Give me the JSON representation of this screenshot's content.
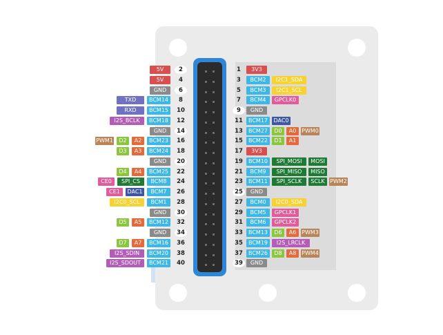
{
  "colors": {
    "power": "#d94f4f",
    "ground": "#8a8a8a",
    "bcm": "#3db7e6",
    "i2c": "#f7d232",
    "uart": "#7171c4",
    "i2s": "#b35cb8",
    "spi": "#1f7a35",
    "gpclk": "#e05c9b",
    "dac": "#3d57a6",
    "analog": "#e8683a",
    "digital": "#8cc63f",
    "pwm": "#b98458",
    "header_border": "#2f86d4",
    "board": "#ebebeb"
  },
  "left_rows": [
    {
      "pin": "2",
      "circle": true,
      "tags": [
        {
          "text": "5V",
          "kind": "power"
        }
      ]
    },
    {
      "pin": "4",
      "circle": false,
      "tags": [
        {
          "text": "5V",
          "kind": "power"
        }
      ]
    },
    {
      "pin": "6",
      "circle": true,
      "tags": [
        {
          "text": "GND",
          "kind": "ground"
        }
      ]
    },
    {
      "pin": "8",
      "circle": false,
      "tags": [
        {
          "text": "TXD",
          "kind": "uart"
        },
        {
          "text": "BCM14",
          "kind": "bcm"
        }
      ]
    },
    {
      "pin": "10",
      "circle": false,
      "tags": [
        {
          "text": "RXD",
          "kind": "uart"
        },
        {
          "text": "BCM15",
          "kind": "bcm"
        }
      ]
    },
    {
      "pin": "12",
      "circle": false,
      "tags": [
        {
          "text": "I2S_BCLK",
          "kind": "i2s"
        },
        {
          "text": "BCM18",
          "kind": "bcm"
        }
      ]
    },
    {
      "pin": "14",
      "circle": true,
      "tags": [
        {
          "text": "GND",
          "kind": "ground"
        }
      ]
    },
    {
      "pin": "16",
      "circle": false,
      "tags": [
        {
          "text": "PWM1",
          "kind": "pwm"
        },
        {
          "text": "D2",
          "kind": "digital"
        },
        {
          "text": "A2",
          "kind": "analog"
        },
        {
          "text": "BCM23",
          "kind": "bcm"
        }
      ]
    },
    {
      "pin": "18",
      "circle": false,
      "tags": [
        {
          "text": "D3",
          "kind": "digital"
        },
        {
          "text": "A3",
          "kind": "analog"
        },
        {
          "text": "BCM24",
          "kind": "bcm"
        }
      ]
    },
    {
      "pin": "20",
      "circle": true,
      "tags": [
        {
          "text": "GND",
          "kind": "ground"
        }
      ]
    },
    {
      "pin": "22",
      "circle": false,
      "tags": [
        {
          "text": "D4",
          "kind": "digital"
        },
        {
          "text": "A4",
          "kind": "analog"
        },
        {
          "text": "BCM25",
          "kind": "bcm"
        }
      ]
    },
    {
      "pin": "24",
      "circle": false,
      "tags": [
        {
          "text": "CE0",
          "kind": "gpclk"
        },
        {
          "text": "SPI_CS",
          "kind": "spi"
        },
        {
          "text": "BCM8",
          "kind": "bcm"
        }
      ]
    },
    {
      "pin": "26",
      "circle": false,
      "tags": [
        {
          "text": "CE1",
          "kind": "gpclk"
        },
        {
          "text": "DAC1",
          "kind": "dac"
        },
        {
          "text": "BCM7",
          "kind": "bcm"
        }
      ]
    },
    {
      "pin": "28",
      "circle": false,
      "tags": [
        {
          "text": "I2C0_SCL",
          "kind": "i2c"
        },
        {
          "text": "BCM1",
          "kind": "bcm"
        }
      ]
    },
    {
      "pin": "30",
      "circle": true,
      "tags": [
        {
          "text": "GND",
          "kind": "ground"
        }
      ]
    },
    {
      "pin": "32",
      "circle": false,
      "tags": [
        {
          "text": "D5",
          "kind": "digital"
        },
        {
          "text": "A5",
          "kind": "analog"
        },
        {
          "text": "BCM12",
          "kind": "bcm"
        }
      ]
    },
    {
      "pin": "34",
      "circle": true,
      "tags": [
        {
          "text": "GND",
          "kind": "ground"
        }
      ]
    },
    {
      "pin": "36",
      "circle": false,
      "tags": [
        {
          "text": "D7",
          "kind": "digital"
        },
        {
          "text": "A7",
          "kind": "analog"
        },
        {
          "text": "BCM16",
          "kind": "bcm"
        }
      ]
    },
    {
      "pin": "38",
      "circle": false,
      "tags": [
        {
          "text": "I2S_SDIN",
          "kind": "i2s"
        },
        {
          "text": "BCM20",
          "kind": "bcm"
        }
      ]
    },
    {
      "pin": "40",
      "circle": false,
      "tags": [
        {
          "text": "I2S_SDOUT",
          "kind": "i2s"
        },
        {
          "text": "BCM21",
          "kind": "bcm"
        }
      ]
    }
  ],
  "right_rows": [
    {
      "pin": "1",
      "circle": false,
      "tags": [
        {
          "text": "3V3",
          "kind": "power"
        }
      ]
    },
    {
      "pin": "3",
      "circle": false,
      "tags": [
        {
          "text": "BCM2",
          "kind": "bcm"
        },
        {
          "text": "I2C1_SDA",
          "kind": "i2c"
        }
      ]
    },
    {
      "pin": "5",
      "circle": false,
      "tags": [
        {
          "text": "BCM3",
          "kind": "bcm"
        },
        {
          "text": "I2C1_SCL",
          "kind": "i2c"
        }
      ]
    },
    {
      "pin": "7",
      "circle": false,
      "tags": [
        {
          "text": "BCM4",
          "kind": "bcm"
        },
        {
          "text": "GPCLK0",
          "kind": "gpclk"
        }
      ]
    },
    {
      "pin": "9",
      "circle": true,
      "tags": [
        {
          "text": "GND",
          "kind": "ground"
        }
      ]
    },
    {
      "pin": "11",
      "circle": false,
      "tags": [
        {
          "text": "BCM17",
          "kind": "bcm"
        },
        {
          "text": "DAC0",
          "kind": "dac"
        }
      ]
    },
    {
      "pin": "13",
      "circle": false,
      "tags": [
        {
          "text": "BCM27",
          "kind": "bcm"
        },
        {
          "text": "D0",
          "kind": "digital"
        },
        {
          "text": "A0",
          "kind": "analog"
        },
        {
          "text": "PWM0",
          "kind": "pwm"
        }
      ]
    },
    {
      "pin": "15",
      "circle": false,
      "tags": [
        {
          "text": "BCM22",
          "kind": "bcm"
        },
        {
          "text": "D1",
          "kind": "digital"
        },
        {
          "text": "A1",
          "kind": "analog"
        }
      ]
    },
    {
      "pin": "17",
      "circle": false,
      "tags": [
        {
          "text": "3V3",
          "kind": "power"
        }
      ]
    },
    {
      "pin": "19",
      "circle": false,
      "tags": [
        {
          "text": "BCM10",
          "kind": "bcm"
        },
        {
          "text": "SPI_MOSI",
          "kind": "spi"
        },
        {
          "text": "MOSI",
          "kind": "spi"
        }
      ]
    },
    {
      "pin": "21",
      "circle": false,
      "tags": [
        {
          "text": "BCM9",
          "kind": "bcm"
        },
        {
          "text": "SPI_MISO",
          "kind": "spi"
        },
        {
          "text": "MISO",
          "kind": "spi"
        }
      ]
    },
    {
      "pin": "23",
      "circle": false,
      "tags": [
        {
          "text": "BCM11",
          "kind": "bcm"
        },
        {
          "text": "SPI_SCLK",
          "kind": "spi"
        },
        {
          "text": "SCLK",
          "kind": "spi"
        },
        {
          "text": "PWM2",
          "kind": "pwm"
        }
      ]
    },
    {
      "pin": "25",
      "circle": true,
      "tags": [
        {
          "text": "GND",
          "kind": "ground"
        }
      ]
    },
    {
      "pin": "27",
      "circle": false,
      "tags": [
        {
          "text": "BCM0",
          "kind": "bcm"
        },
        {
          "text": "I2C0_SDA",
          "kind": "i2c"
        }
      ]
    },
    {
      "pin": "29",
      "circle": false,
      "tags": [
        {
          "text": "BCM5",
          "kind": "bcm"
        },
        {
          "text": "GPCLK1",
          "kind": "gpclk"
        }
      ]
    },
    {
      "pin": "31",
      "circle": false,
      "tags": [
        {
          "text": "BCM6",
          "kind": "bcm"
        },
        {
          "text": "GPCLK2",
          "kind": "gpclk"
        }
      ]
    },
    {
      "pin": "33",
      "circle": false,
      "tags": [
        {
          "text": "BCM13",
          "kind": "bcm"
        },
        {
          "text": "D6",
          "kind": "digital"
        },
        {
          "text": "A6",
          "kind": "analog"
        },
        {
          "text": "PWM3",
          "kind": "pwm"
        }
      ]
    },
    {
      "pin": "35",
      "circle": false,
      "tags": [
        {
          "text": "BCM19",
          "kind": "bcm"
        },
        {
          "text": "I2S_LRCLK",
          "kind": "i2s"
        }
      ]
    },
    {
      "pin": "37",
      "circle": false,
      "tags": [
        {
          "text": "BCM26",
          "kind": "bcm"
        },
        {
          "text": "D8",
          "kind": "digital"
        },
        {
          "text": "A8",
          "kind": "analog"
        },
        {
          "text": "PWM4",
          "kind": "pwm"
        }
      ]
    },
    {
      "pin": "39",
      "circle": true,
      "tags": [
        {
          "text": "GND",
          "kind": "ground"
        }
      ]
    }
  ]
}
